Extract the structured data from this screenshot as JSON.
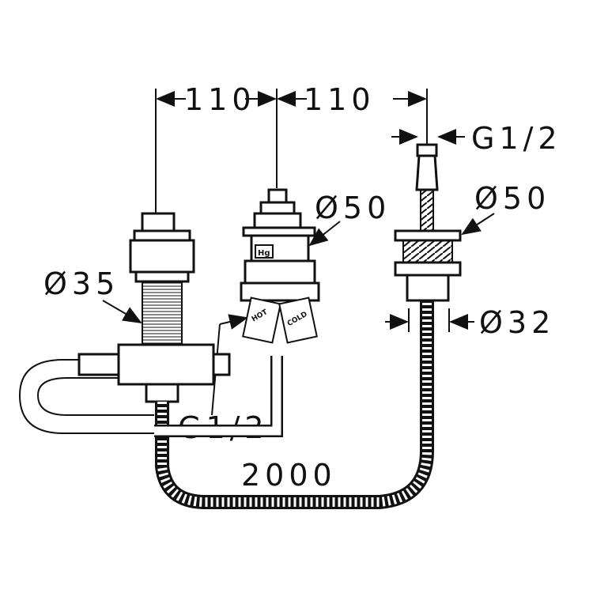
{
  "dimensions": {
    "spacing_left": "110",
    "spacing_right": "110",
    "thread_top": "G1/2",
    "diameter_valve": "Ø50",
    "diameter_outlet": "Ø50",
    "diameter_left_body": "Ø35",
    "diameter_hose_guide": "Ø32",
    "thread_bottom": "G1/2",
    "hose_length": "2000"
  },
  "part_labels": {
    "mixer_marking": "Hg",
    "hot": "HOT",
    "cold": "COLD"
  }
}
